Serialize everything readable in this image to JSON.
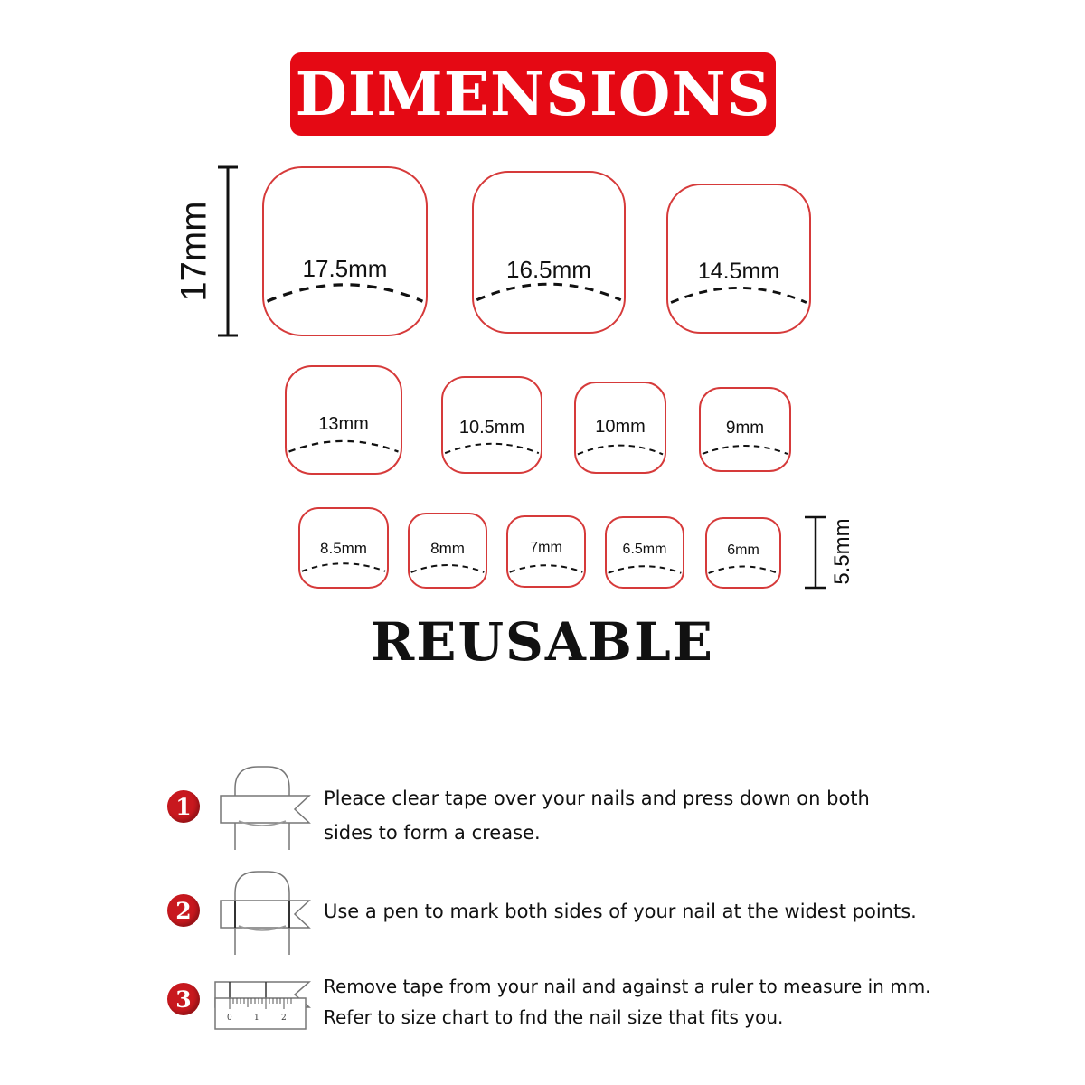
{
  "title": "DIMENSIONS",
  "height_top": "17mm",
  "height_bottom": "5.5mm",
  "nails": [
    {
      "size": "17.5mm"
    },
    {
      "size": "16.5mm"
    },
    {
      "size": "14.5mm"
    },
    {
      "size": "13mm"
    },
    {
      "size": "10.5mm"
    },
    {
      "size": "10mm"
    },
    {
      "size": "9mm"
    },
    {
      "size": "8.5mm"
    },
    {
      "size": "8mm"
    },
    {
      "size": "7mm"
    },
    {
      "size": "6.5mm"
    },
    {
      "size": "6mm"
    }
  ],
  "subtitle": "REUSABLE",
  "steps": [
    {
      "number": "1",
      "line1": "Pleace clear tape over your nails and press down on both",
      "line2": "sides to form a crease."
    },
    {
      "number": "2",
      "line1": "Use a pen to mark both sides of your nail at the widest points.",
      "line2": ""
    },
    {
      "number": "3",
      "line1": "Remove tape from your nail and against a ruler to measure in mm.",
      "line2": "Refer to size chart to fnd the nail size that fits you."
    }
  ],
  "ruler_ticks": [
    "0",
    "1",
    "2"
  ],
  "colors": {
    "accent": "#e50914",
    "nail_border": "#d63a3a",
    "step_badge": "#c8181e"
  }
}
